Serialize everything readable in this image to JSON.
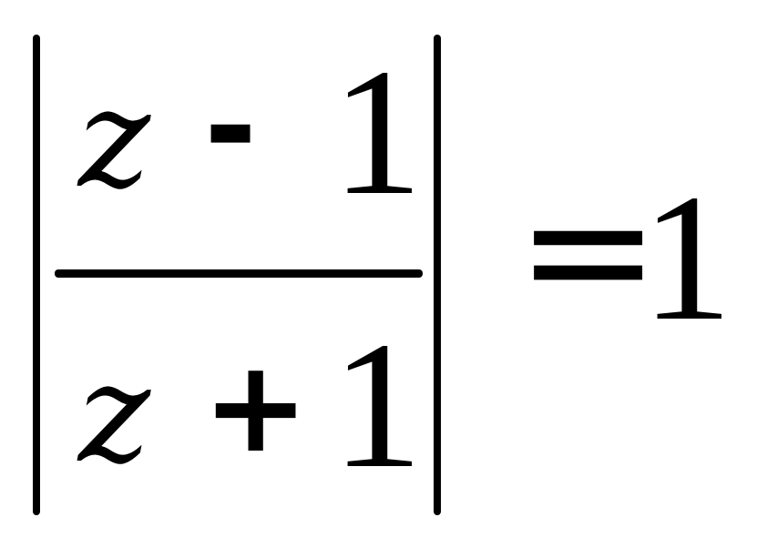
{
  "equation": {
    "numerator": {
      "variable": "z",
      "operator": "-",
      "constant": "1"
    },
    "denominator": {
      "variable": "z",
      "operator": "+",
      "constant": "1"
    },
    "relation": "=",
    "rhs": "1"
  }
}
